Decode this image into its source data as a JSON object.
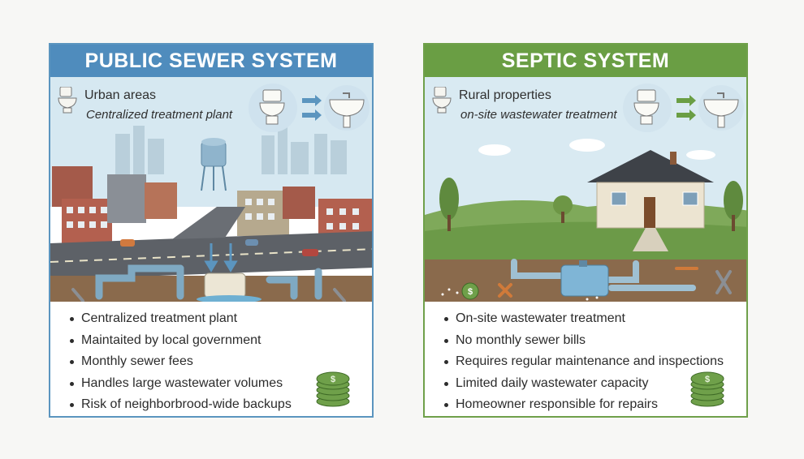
{
  "public": {
    "title": "PUBLIC SEWER SYSTEM",
    "caption_primary": "Urban areas",
    "caption_secondary": "Centralized treatment plant",
    "bullets": [
      "Centralized treatment plant",
      "Maintaited by local government",
      "Monthly sewer fees",
      "Handles large wastewater volumes",
      "Risk of neighborbrood-wide backups"
    ],
    "accent": "#4f8cbd"
  },
  "septic": {
    "title": "SEPTIC SYSTEM",
    "caption_primary": "Rural properties",
    "caption_secondary": "on-site wastewater treatment",
    "bullets": [
      "On-site wastewater treatment",
      "No monthly sewer bills",
      "Requires regular maintenance and inspections",
      "Limited daily wastewater capacity",
      "Homeowner responsible for repairs"
    ],
    "accent": "#6a9e44"
  },
  "icons": [
    "toilet-icon",
    "sink-icon",
    "arrow-icon",
    "water-tower-icon",
    "wrench-icon",
    "money-stack-icon",
    "dollar-coin-icon",
    "house-icon",
    "septic-tank-icon"
  ]
}
